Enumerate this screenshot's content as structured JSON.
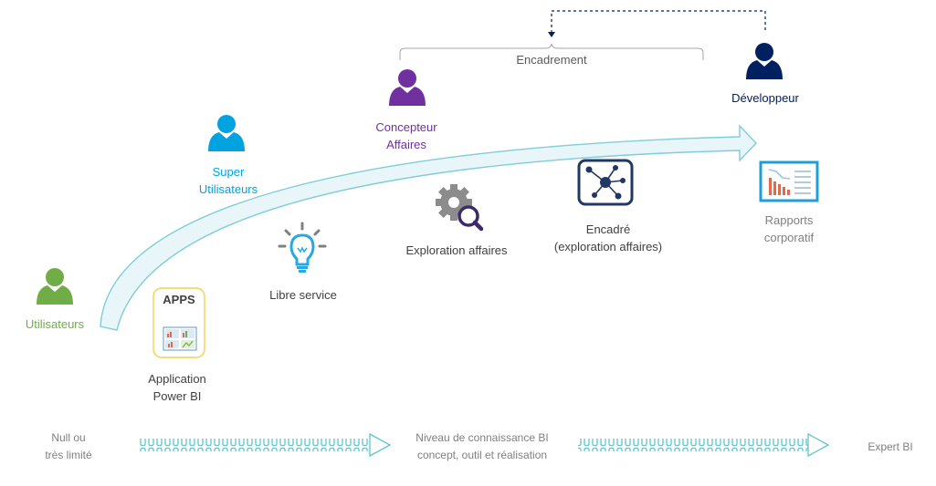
{
  "colors": {
    "green": "#70ad47",
    "cyan": "#00a3e0",
    "purple": "#7030a0",
    "navy": "#002060",
    "grey_text": "#808080",
    "dark_text": "#404040",
    "teal_arrow": "#5bc6cc",
    "arrow_fill": "#e9f6f9",
    "arrow_stroke": "#7fcdd8",
    "bulb": "#2aa8e0",
    "gear": "#8c8c8c",
    "apps_border": "#f2d14e",
    "report_blue": "#1f9fd9",
    "report_red": "#e06a4e"
  },
  "personas": {
    "utilisateurs": "Utilisateurs",
    "super_utilisateurs": "Super\nUtilisateurs",
    "concepteur": "Concepteur\nAffaires",
    "developpeur": "Développeur"
  },
  "tools": {
    "apps_badge": "APPS",
    "application": "Application\nPower BI",
    "libre_service": "Libre service",
    "exploration": "Exploration affaires",
    "encadre": "Encadré\n(exploration affaires)",
    "rapports": "Rapports\ncorporatif"
  },
  "encadrement": "Encadrement",
  "scale": {
    "left": "Null ou\ntrès limité",
    "middle": "Niveau de connaissance BI\nconcept, outil et réalisation",
    "right": "Expert BI"
  },
  "icons": {
    "persona": "person-icon",
    "apps": "apps-icon",
    "bulb": "lightbulb-icon",
    "gear_search": "gear-search-icon",
    "network": "network-icon",
    "report": "report-chart-icon"
  }
}
